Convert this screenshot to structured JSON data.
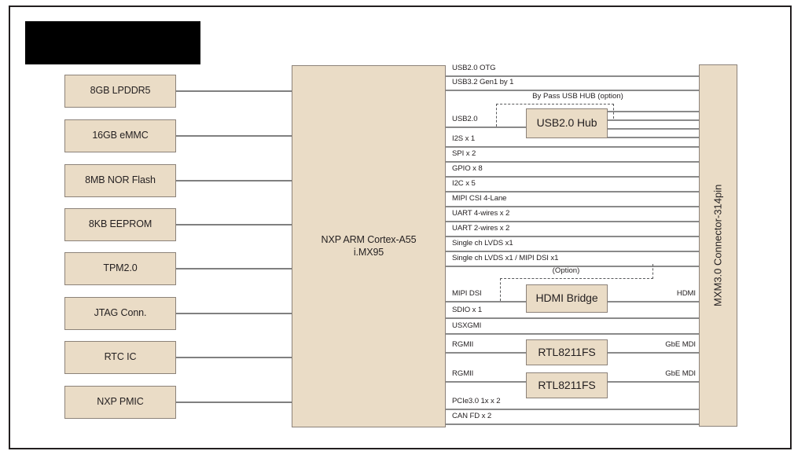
{
  "diagram": {
    "title_redacted": true,
    "colors": {
      "block_fill": "#eadcc6",
      "block_border": "#8c8279",
      "line": "#808080",
      "text": "#231f20",
      "frame": "#231f20"
    },
    "soc": {
      "line1": "NXP ARM Cortex-A55",
      "line2": "i.MX95"
    },
    "connector": {
      "label": "MXM3.0 Connector-314pin"
    },
    "left_modules": [
      {
        "label": "8GB LPDDR5"
      },
      {
        "label": "16GB eMMC"
      },
      {
        "label": "8MB NOR Flash"
      },
      {
        "label": "8KB EEPROM"
      },
      {
        "label": "TPM2.0"
      },
      {
        "label": "JTAG Conn."
      },
      {
        "label": "RTC IC"
      },
      {
        "label": "NXP PMIC"
      }
    ],
    "interfaces": [
      {
        "label": "USB2.0 OTG"
      },
      {
        "label": "USB3.2 Gen1 by 1"
      },
      {
        "label": "USB2.0"
      },
      {
        "label": "I2S x 1"
      },
      {
        "label": "SPI x 2"
      },
      {
        "label": "GPIO x 8"
      },
      {
        "label": "I2C x 5"
      },
      {
        "label": "MIPI CSI 4-Lane"
      },
      {
        "label": "UART 4-wires x 2"
      },
      {
        "label": "UART 2-wires x 2"
      },
      {
        "label": "Single ch LVDS x1"
      },
      {
        "label": "Single ch LVDS x1 / MIPI DSI x1"
      },
      {
        "label": "MIPI DSI"
      },
      {
        "label": "SDIO x 1"
      },
      {
        "label": "USXGMI"
      },
      {
        "label": "RGMII"
      },
      {
        "label": "RGMII"
      },
      {
        "label": "PCIe3.0 1x  x 2"
      },
      {
        "label": "CAN FD x 2"
      }
    ],
    "inline_chips": [
      {
        "label": "USB2.0 Hub"
      },
      {
        "label": "HDMI Bridge"
      },
      {
        "label": "RTL8211FS"
      },
      {
        "label": "RTL8211FS"
      }
    ],
    "notes": [
      {
        "label": "By Pass USB HUB (option)"
      },
      {
        "label": "(Option)"
      }
    ],
    "right_labels": [
      {
        "label": "HDMI"
      },
      {
        "label": "GbE MDI"
      },
      {
        "label": "GbE MDI"
      }
    ]
  }
}
